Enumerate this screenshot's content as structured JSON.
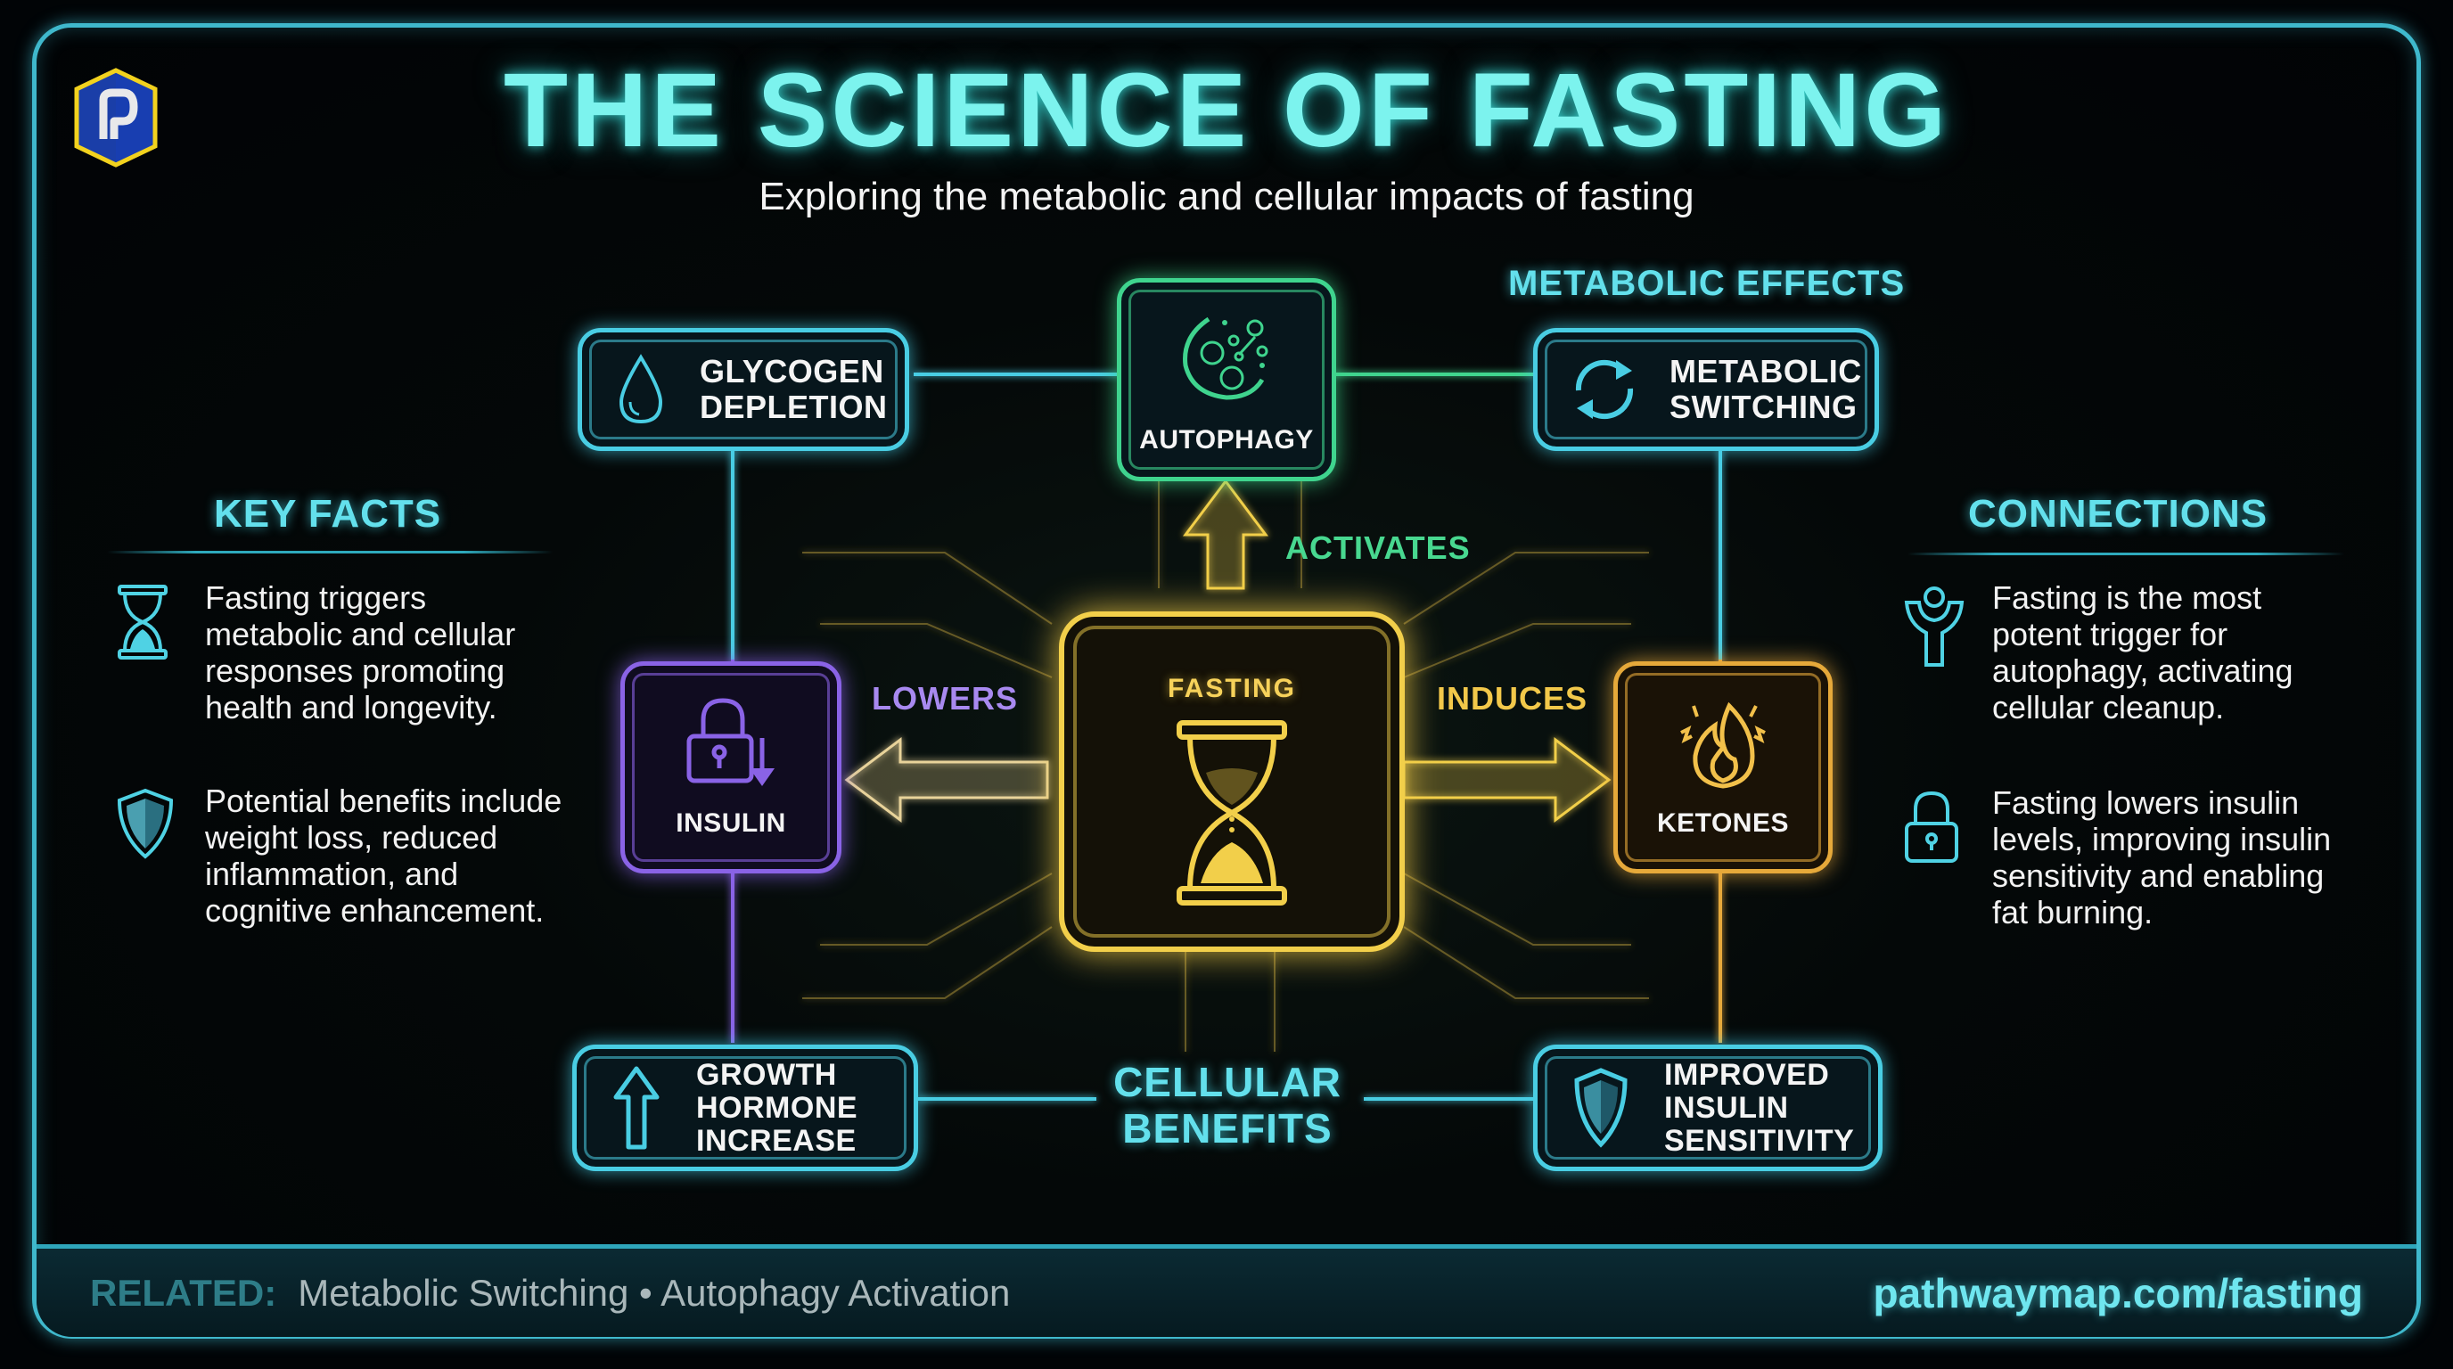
{
  "header": {
    "logo_letter": "P",
    "title": "THE SCIENCE OF FASTING",
    "subtitle": "Exploring the metabolic and cellular impacts of fasting"
  },
  "colors": {
    "cyan": "#49cde3",
    "green": "#3fd48e",
    "purple": "#8a63e6",
    "orange": "#e6a93a",
    "gold": "#f2cf4a",
    "background": "#010406"
  },
  "key_facts": {
    "heading": "KEY FACTS",
    "items": [
      {
        "icon": "hourglass-icon",
        "text": "Fasting triggers metabolic and cellular responses promoting health and longevity."
      },
      {
        "icon": "shield-icon",
        "text": "Potential benefits include weight loss, reduced inflammation, and cognitive enhancement."
      }
    ]
  },
  "connections": {
    "heading": "CONNECTIONS",
    "items": [
      {
        "icon": "person-raised-arms-icon",
        "text": "Fasting is the most potent trigger for autophagy, activating cellular cleanup."
      },
      {
        "icon": "padlock-icon",
        "text": "Fasting lowers insulin levels, improving insulin sensitivity and enabling fat burning."
      }
    ]
  },
  "diagram": {
    "metabolic_effects_heading": "METABOLIC EFFECTS",
    "cellular_benefits_heading": "CELLULAR BENEFITS",
    "center": {
      "label": "FASTING",
      "icon": "hourglass-icon"
    },
    "nodes": {
      "glycogen": {
        "label": "GLYCOGEN DEPLETION",
        "icon": "water-drop-icon"
      },
      "autophagy": {
        "label": "AUTOPHAGY",
        "icon": "cell-icon"
      },
      "metabolic_switching": {
        "label": "METABOLIC SWITCHING",
        "icon": "refresh-cycle-icon"
      },
      "insulin": {
        "label": "INSULIN",
        "icon": "lock-down-arrow-icon"
      },
      "ketones": {
        "label": "KETONES",
        "icon": "flame-icon"
      },
      "growth_hormone": {
        "label": "GROWTH HORMONE INCREASE",
        "icon": "arrow-up-icon"
      },
      "insulin_sensitivity": {
        "label": "IMPROVED INSULIN SENSITIVITY",
        "icon": "shield-icon"
      }
    },
    "relations": {
      "activates": "ACTIVATES",
      "lowers": "LOWERS",
      "induces": "INDUCES"
    }
  },
  "footer": {
    "related_label": "RELATED:",
    "related_items": "Metabolic Switching • Autophagy Activation",
    "url": "pathwaymap.com/fasting"
  }
}
